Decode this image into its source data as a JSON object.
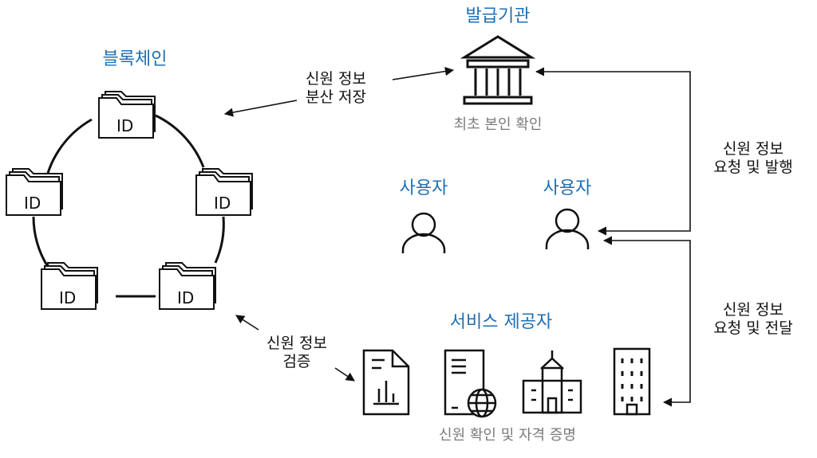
{
  "blockchain": {
    "title": "블록체인",
    "node_label": "ID"
  },
  "issuer": {
    "title": "발급기관",
    "caption": "최초 본인 확인"
  },
  "users": [
    {
      "label": "사용자"
    },
    {
      "label": "사용자"
    }
  ],
  "service_provider": {
    "title": "서비스 제공자",
    "caption": "신원 확인 및 자격 증명"
  },
  "edges": {
    "distributed_storage": [
      "신원 정보",
      "분산 저장"
    ],
    "request_issue": [
      "신원 정보",
      "요청 및 발행"
    ],
    "request_deliver": [
      "신원 정보",
      "요청 및 전달"
    ],
    "verify": [
      "신원 정보",
      "검증"
    ]
  },
  "colors": {
    "accent_blue": "#1f6fb2",
    "caption_gray": "#7a7a7a",
    "line": "#111111"
  },
  "icons": [
    "folder-id-icon",
    "bank-building-icon",
    "user-icon",
    "document-chart-icon",
    "server-globe-icon",
    "school-building-icon",
    "office-tower-icon"
  ]
}
